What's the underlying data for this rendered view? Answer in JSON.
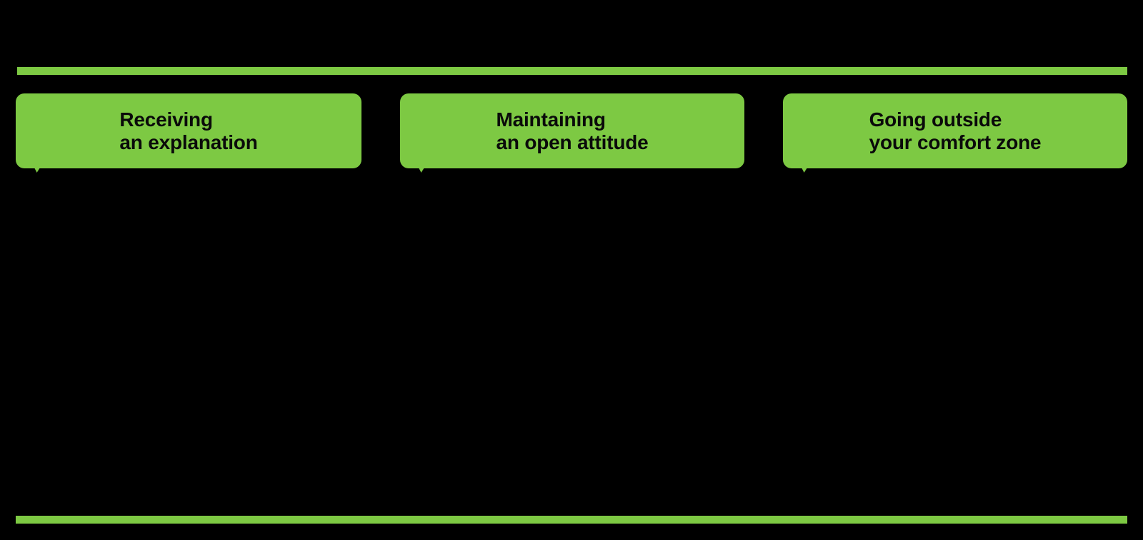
{
  "slide": {
    "background_color": "#000000",
    "accent_color": "#7dc943",
    "text_color": "#0a0a0a"
  },
  "rules": {
    "top_label": "top-divider-rule",
    "bottom_label": "bottom-divider-rule"
  },
  "cards": [
    {
      "id": "receiving-an-explanation",
      "line1": "Receiving",
      "line2": "an explanation",
      "label": "Receiving\nan explanation"
    },
    {
      "id": "maintaining-an-open-attitude",
      "line1": "Maintaining",
      "line2": "an open attitude",
      "label": "Maintaining\nan open attitude"
    },
    {
      "id": "going-outside-your-comfort-zone",
      "line1": "Going outside",
      "line2": "your comfort zone",
      "label": "Going outside\nyour comfort zone"
    }
  ]
}
